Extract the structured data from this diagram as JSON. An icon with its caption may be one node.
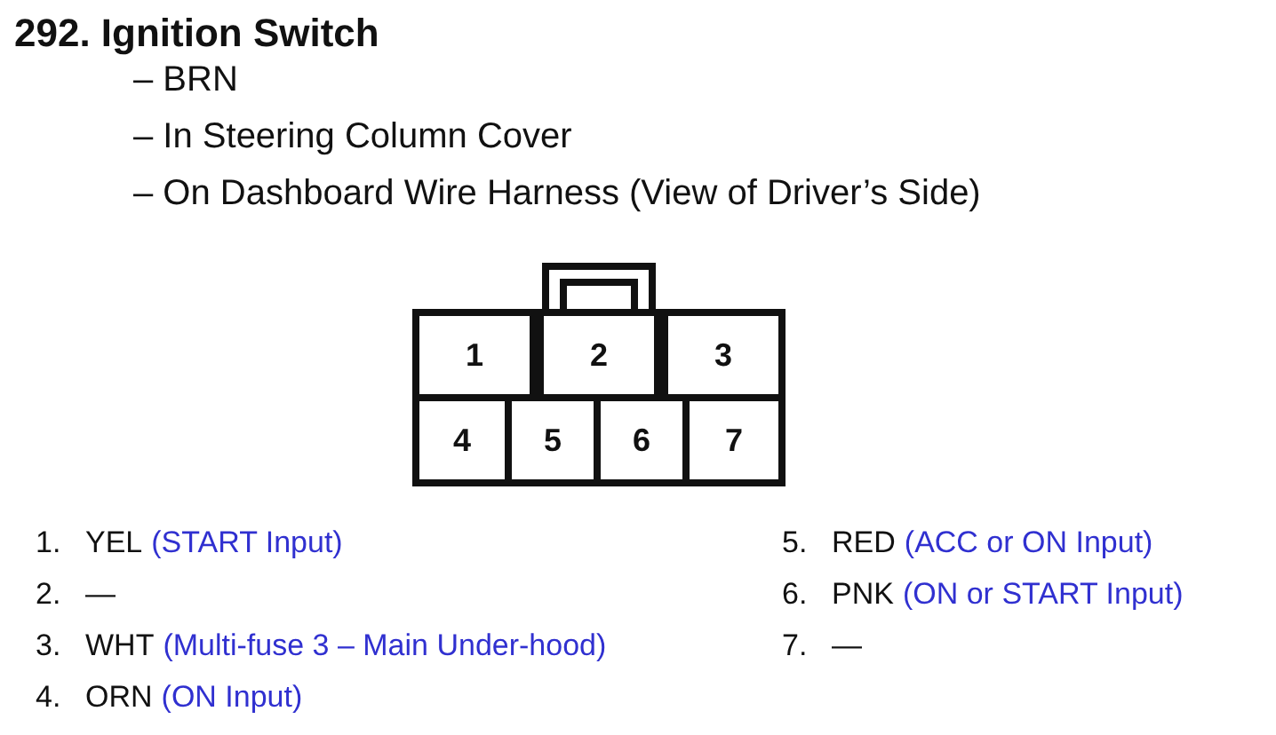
{
  "diagram": {
    "title": "292. Ignition Switch",
    "nodes": [
      {
        "text": [],
        "shape": "box"
      },
      {
        "text": [
          "1"
        ],
        "in": 0
      },
      {
        "text": [
          "2"
        ],
        "in": 0
      },
      {
        "text": [
          "3"
        ],
        "in": 0
      },
      {
        "text": [
          "4"
        ],
        "in": 0
      },
      {
        "text": [
          "5"
        ],
        "in": 0
      },
      {
        "text": [
          "6"
        ],
        "in": 0
      },
      {
        "text": [
          "7"
        ],
        "in": 0
      }
    ],
    "edges": [],
    "labels": [
      "– BRN",
      "– In Steering Column Cover",
      "– On Dashboard Wire Harness (View of Driver’s Side)",
      "1.",
      "YEL",
      "(START Input)",
      "5.",
      "RED",
      "(ACC or ON Input)",
      "2.",
      "—",
      "6.",
      "PNK",
      "(ON or START Input)",
      "3.",
      "WHT",
      "(Multi-fuse 3 – Main Under-hood)",
      "7.",
      "—",
      "4.",
      "ORN",
      "(ON Input)"
    ]
  }
}
